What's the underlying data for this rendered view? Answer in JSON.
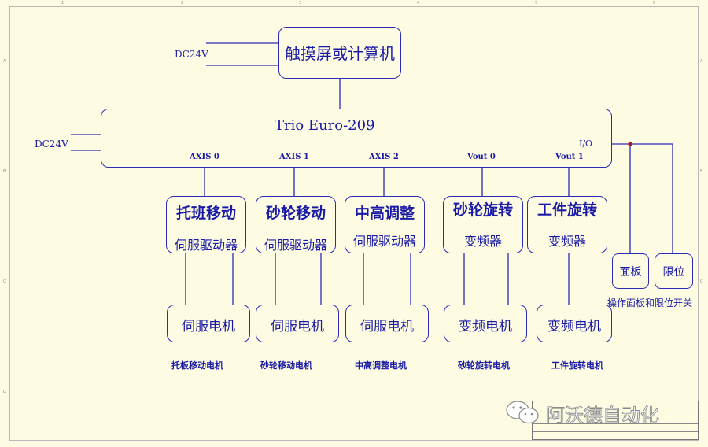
{
  "hmi": {
    "label": "触摸屏或计算机",
    "power": "DC24V"
  },
  "controller": {
    "label": "Trio   Euro-209",
    "power": "DC24V",
    "io_label": "I/O"
  },
  "ports": [
    "AXIS 0",
    "AXIS 1",
    "AXIS 2",
    "Vout 0",
    "Vout 1"
  ],
  "drives": [
    {
      "title": "托班移动",
      "subtitle": "伺服驱动器"
    },
    {
      "title": "砂轮移动",
      "subtitle": "伺服驱动器"
    },
    {
      "title": "中高调整",
      "subtitle": "伺服驱动器"
    },
    {
      "title": "砂轮旋转",
      "subtitle": "变频器"
    },
    {
      "title": "工件旋转",
      "subtitle": "变频器"
    }
  ],
  "motors": [
    "伺服电机",
    "伺服电机",
    "伺服电机",
    "变频电机",
    "变频电机"
  ],
  "motor_captions": [
    "托板移动电机",
    "砂轮移动电机",
    "中高调整电机",
    "砂轮旋转电机",
    "工件旋转电机"
  ],
  "io": {
    "panel": "面板",
    "limit": "限位",
    "caption": "操作面板和限位开关"
  },
  "watermark": "阿沃德自动化",
  "colors": {
    "line": "#2b2bb8",
    "text": "#1a1aa6",
    "background": "#fdfce3",
    "junction": "#b01818"
  }
}
